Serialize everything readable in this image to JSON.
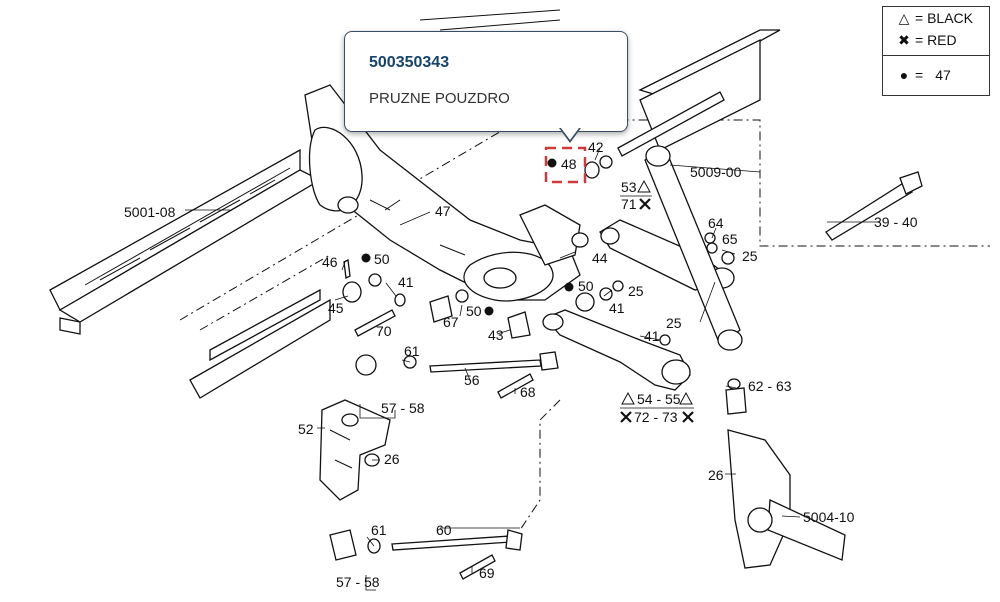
{
  "tooltip": {
    "part_number": "500350343",
    "description": "PRUZNE POUZDRO"
  },
  "legend": {
    "triangle_label": "= BLACK",
    "cross_label": "= RED",
    "dot_label": "=",
    "dot_value": "47"
  },
  "callouts": {
    "c42": "42",
    "c48": "48",
    "c53_55a": "53",
    "c71": "71",
    "c5009": "5009-00",
    "c5001": "5001-08",
    "c47": "47",
    "c64": "64",
    "c65": "65",
    "c25a": "25",
    "c39_40": "39 - 40",
    "c46": "46",
    "c50a": "50",
    "c44": "44",
    "c41a": "41",
    "c50b": "50",
    "c25b": "25",
    "c45": "45",
    "c67": "67",
    "c50c": "50",
    "c41b": "41",
    "c70": "70",
    "c43": "43",
    "c41c": "41",
    "c25c": "25",
    "c61a": "61",
    "c56": "56",
    "c62_63": "62 - 63",
    "c68": "68",
    "c54_55": "54 - 55",
    "c72_73": "72 - 73",
    "c57_58a": "57 - 58",
    "c52": "52",
    "c26a": "26",
    "c26b": "26",
    "c5004": "5004-10",
    "c61b": "61",
    "c60": "60",
    "c57_58b": "57 - 58",
    "c69": "69"
  },
  "colors": {
    "tooltip_border": "#3a4d66",
    "part_number_text": "#14446e",
    "selection_marker": "#d23a3a"
  }
}
